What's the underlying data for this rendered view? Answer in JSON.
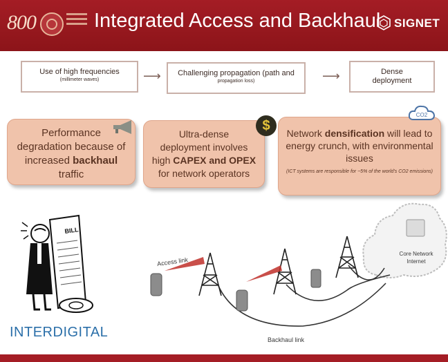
{
  "header": {
    "logo_text": "800",
    "title": "Integrated Access and Backhaul",
    "brand": "SIGNET"
  },
  "flow": [
    {
      "main": "Use of high frequencies",
      "sub": "(millimeter waves)"
    },
    {
      "main": "Challenging propagation (path and",
      "sub": "propagation loss)"
    },
    {
      "main": "Dense",
      "main2": "deployment"
    }
  ],
  "cards": {
    "backhaul": {
      "l1": "Performance",
      "l2": "degradation because of",
      "l3": "increased ",
      "bold": "backhaul",
      "l4": "traffic"
    },
    "capex": {
      "l1": "Ultra-dense",
      "l2": "deployment involves",
      "l3": "high ",
      "bold": "CAPEX and OPEX",
      "l4": "for network operators"
    },
    "energy": {
      "pre": "Network ",
      "bold": "densification",
      "post": " will lead to energy crunch, with environmental issues",
      "note": "(ICT systems are responsible for ~5% of the world's CO2 emissions)"
    }
  },
  "icons": {
    "dollar": "$",
    "co2": "CO2",
    "bill": "BILL"
  },
  "diagram": {
    "access_link": "Access link",
    "core_network": "Core Network Internet",
    "backhaul_link": "Backhaul link"
  },
  "logo": {
    "inter": "INTER",
    "digital": "DIGITAL"
  }
}
